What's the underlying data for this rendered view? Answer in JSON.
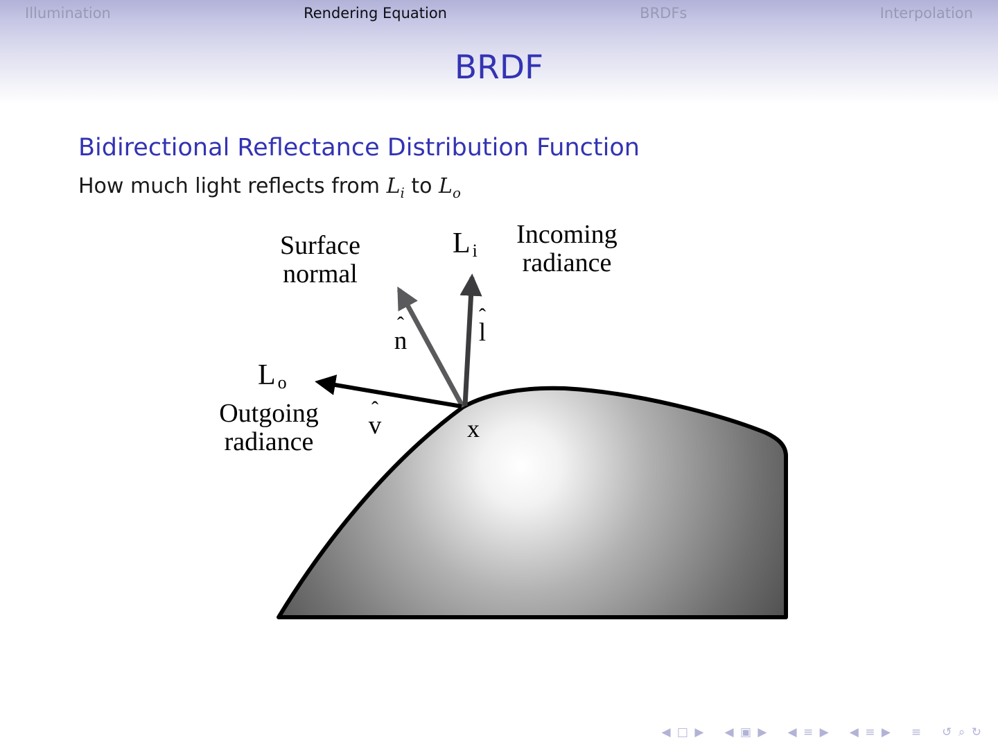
{
  "nav": {
    "items": [
      {
        "label": "Illumination",
        "active": false
      },
      {
        "label": "Rendering Equation",
        "active": true
      },
      {
        "label": "BRDFs",
        "active": false
      },
      {
        "label": "Interpolation",
        "active": false
      }
    ]
  },
  "slide": {
    "title": "BRDF",
    "heading": "Bidirectional Reflectance Distribution Function",
    "body": {
      "prefix": "How much light reflects from ",
      "li_base": "L",
      "li_sub": "i",
      "mid": " to ",
      "lo_base": "L",
      "lo_sub": "o"
    }
  },
  "diagram": {
    "surface_normal": {
      "line1": "Surface",
      "line2": "normal"
    },
    "incoming": {
      "symbol": "L",
      "symbol_sub": "i",
      "line1": "Incoming",
      "line2": "radiance"
    },
    "outgoing": {
      "symbol": "L",
      "symbol_sub": "o",
      "line1": "Outgoing",
      "line2": "radiance"
    },
    "normal_vector": {
      "hat": "ˆ",
      "letter": "n"
    },
    "light_vector": {
      "hat": "ˆ",
      "letter": "l"
    },
    "view_vector": {
      "hat": "ˆ",
      "letter": "v"
    },
    "point_label": "x"
  },
  "footer_nav": {
    "groups": [
      "◀ □ ▶",
      "◀ ▣ ▶",
      "◀ ≡ ▶",
      "◀ ≡ ▶",
      "≡",
      "↺ ⌕ ↻"
    ]
  },
  "colors": {
    "structure_blue": "#3333b3",
    "nav_inactive": "#9898b6",
    "surface_outline": "#000000",
    "normal_arrow": "#5a5a5c",
    "incoming_arrow": "#3c3c3e",
    "outgoing_arrow": "#000000",
    "footer_icons": "#b3b3d8"
  }
}
